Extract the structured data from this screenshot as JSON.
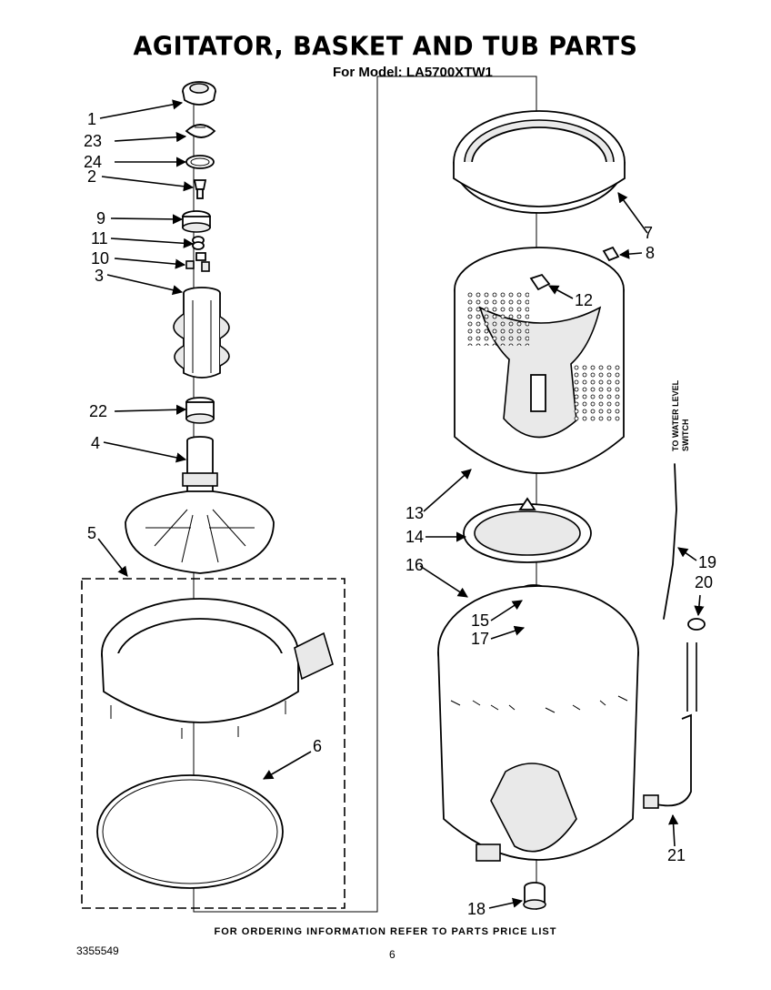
{
  "header": {
    "title": "AGITATOR, BASKET AND TUB PARTS",
    "subtitle": "For Model: LA5700XTW1"
  },
  "callouts": [
    "1",
    "23",
    "24",
    "2",
    "9",
    "11",
    "10",
    "3",
    "22",
    "4",
    "5",
    "6",
    "7",
    "8",
    "12",
    "13",
    "14",
    "16",
    "15",
    "17",
    "18",
    "19",
    "20",
    "21"
  ],
  "hose_note": [
    "TO WATER LEVEL",
    "SWITCH"
  ],
  "footer": {
    "ordering_note": "FOR ORDERING INFORMATION REFER TO PARTS PRICE LIST",
    "doc_number": "3355549",
    "page_number": "6"
  }
}
